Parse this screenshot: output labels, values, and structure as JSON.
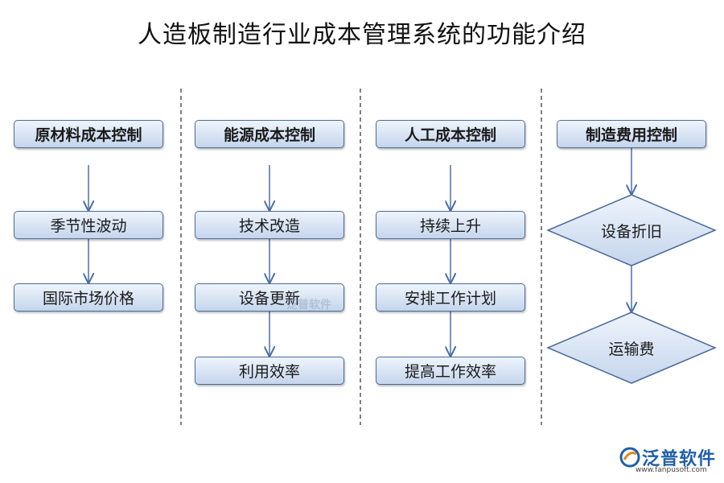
{
  "title": "人造板制造行业成本管理系统的功能介绍",
  "columns": [
    {
      "header": "原材料成本控制",
      "steps": [
        "季节性波动",
        "国际市场价格"
      ],
      "shape": "box"
    },
    {
      "header": "能源成本控制",
      "steps": [
        "技术改造",
        "设备更新",
        "利用效率"
      ],
      "shape": "box"
    },
    {
      "header": "人工成本控制",
      "steps": [
        "持续上升",
        "安排工作计划",
        "提高工作效率"
      ],
      "shape": "box"
    },
    {
      "header": "制造费用控制",
      "steps": [
        "设备折旧",
        "运输费"
      ],
      "shape": "diamond"
    }
  ],
  "watermark": "泛普软件",
  "logo": {
    "name": "泛普软件",
    "url": "www.fanpusoft.com"
  },
  "colors": {
    "border": "#4a6b9a",
    "arrow": "#4a6fa5",
    "box_top": "#eef4fc",
    "box_bottom": "#c5d5ec",
    "divider": "#555555",
    "logo": "#1f5fa8"
  }
}
